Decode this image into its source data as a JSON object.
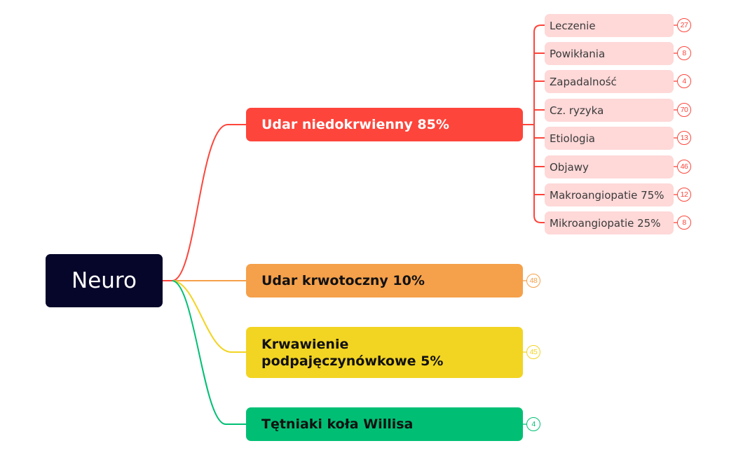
{
  "root": {
    "label": "Neuro"
  },
  "colors": {
    "root": "#06062a",
    "red": "#fd453b",
    "red_light": "#ffd8d8",
    "orange": "#f5a04a",
    "yellow": "#f2d422",
    "green": "#00bf74"
  },
  "branches": [
    {
      "label": "Udar niedokrwienny 85%",
      "color": "#fd453b",
      "text_color": "#ffffff",
      "children": [
        {
          "label": "Leczenie",
          "count": "27"
        },
        {
          "label": "Powikłania",
          "count": "8"
        },
        {
          "label": "Zapadalność",
          "count": "4"
        },
        {
          "label": "Cz. ryzyka",
          "count": "70"
        },
        {
          "label": "Etiologia",
          "count": "13"
        },
        {
          "label": "Objawy",
          "count": "46"
        },
        {
          "label": "Makroangiopatie 75%",
          "count": "12"
        },
        {
          "label": "Mikroangiopatie 25%",
          "count": "8"
        }
      ]
    },
    {
      "label": "Udar krwotoczny 10%",
      "color": "#f5a04a",
      "text_color": "#111111",
      "count": "48"
    },
    {
      "label": "Krwawienie podpajęczynówkowe 5%",
      "color": "#f2d422",
      "text_color": "#111111",
      "count": "45"
    },
    {
      "label": "Tętniaki koła Willisa",
      "color": "#00bf74",
      "text_color": "#111111",
      "count": "4"
    }
  ]
}
